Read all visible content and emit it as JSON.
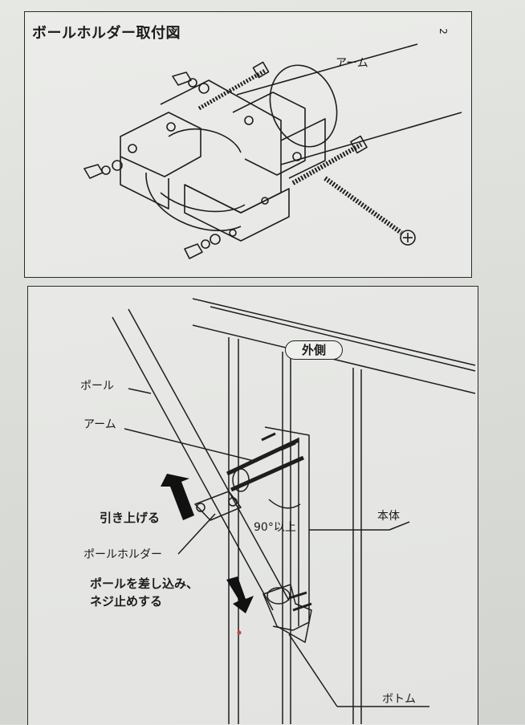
{
  "top_panel": {
    "title": "ボールホルダー取付図",
    "arm_label": "アーム",
    "page_mark": "2"
  },
  "bottom_panel": {
    "outside_label": "外側",
    "pole_label": "ポール",
    "arm_label": "アーム",
    "pull_up_label": "引き上げる",
    "angle_label": "90°以上",
    "body_label": "本体",
    "holder_label": "ポールホルダー",
    "insert_line1": "ポールを差し込み、",
    "insert_line2": "ネジ止めする",
    "bottom_label": "ボトム"
  }
}
